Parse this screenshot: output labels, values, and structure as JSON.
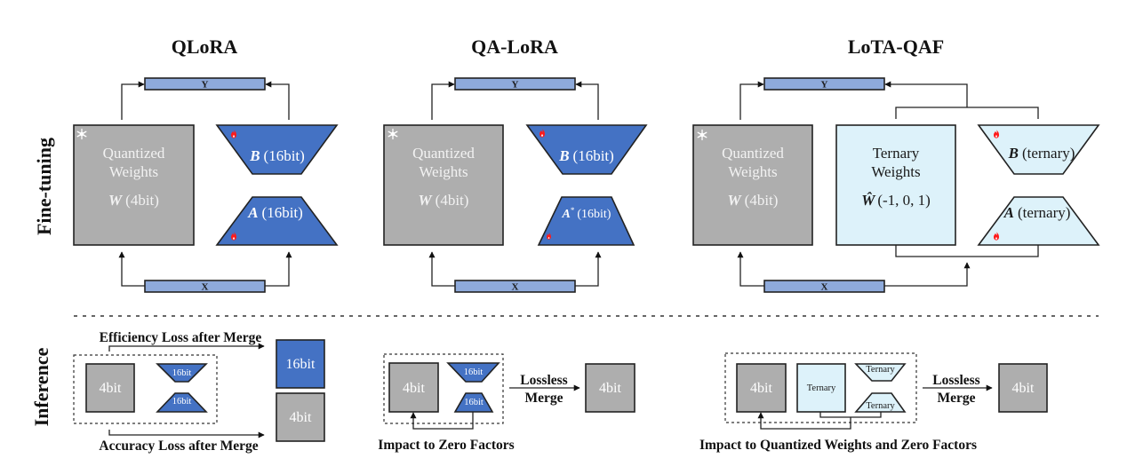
{
  "rows": {
    "finetuning_label": "Fine-tuning",
    "inference_label": "Inference"
  },
  "colors": {
    "quantized_gray": "#AEAEAE",
    "lora_blue": "#4472C4",
    "io_bar_blue": "#8EAADB",
    "ternary_cyan": "#DDF2FA",
    "trainable_red": "#FF1A1A",
    "frozen_white": "#FFFFFF"
  },
  "icons": {
    "frozen": "snowflake-icon",
    "trainable": "fire-icon"
  },
  "qlora": {
    "title": "QLoRA",
    "y_label": "Y",
    "x_label": "X",
    "weights": {
      "line1": "Quantized",
      "line2": "Weights",
      "symbol": "W",
      "bits": "(4bit)"
    },
    "b": {
      "symbol": "B",
      "bits": "(16bit)"
    },
    "a": {
      "symbol": "A",
      "bits": "(16bit)"
    },
    "inference": {
      "efficiency_label": "Efficiency Loss after Merge",
      "accuracy_label": "Accuracy Loss after Merge",
      "base_block": "4bit",
      "b_block": "16bit",
      "a_block": "16bit",
      "merged_16bit_block": "16bit",
      "merged_4bit_block": "4bit"
    }
  },
  "qalora": {
    "title": "QA-LoRA",
    "y_label": "Y",
    "x_label": "X",
    "weights": {
      "line1": "Quantized",
      "line2": "Weights",
      "symbol": "W",
      "bits": "(4bit)"
    },
    "b": {
      "symbol": "B",
      "bits": "(16bit)"
    },
    "a": {
      "symbol": "A",
      "superscript": "*",
      "bits": "(16bit)"
    },
    "inference": {
      "base_block": "4bit",
      "b_block": "16bit",
      "a_block": "16bit",
      "merge_line1": "Lossless",
      "merge_line2": "Merge",
      "merged_block": "4bit",
      "caption": "Impact to Zero Factors"
    }
  },
  "lotaqaf": {
    "title": "LoTA-QAF",
    "y_label": "Y",
    "x_label": "X",
    "weights": {
      "line1": "Quantized",
      "line2": "Weights",
      "symbol": "W",
      "bits": "(4bit)"
    },
    "ternary": {
      "line1": "Ternary",
      "line2": "Weights",
      "symbol": "Ŵ",
      "values": "(-1, 0, 1)"
    },
    "b": {
      "symbol": "B",
      "bits": "(ternary)"
    },
    "a": {
      "symbol": "A",
      "bits": "(ternary)"
    },
    "inference": {
      "base_block": "4bit",
      "ternary_block": "Ternary",
      "b_block": "Ternary",
      "a_block": "Ternary",
      "merge_line1": "Lossless",
      "merge_line2": "Merge",
      "merged_block": "4bit",
      "caption": "Impact to Quantized Weights and Zero Factors"
    }
  }
}
